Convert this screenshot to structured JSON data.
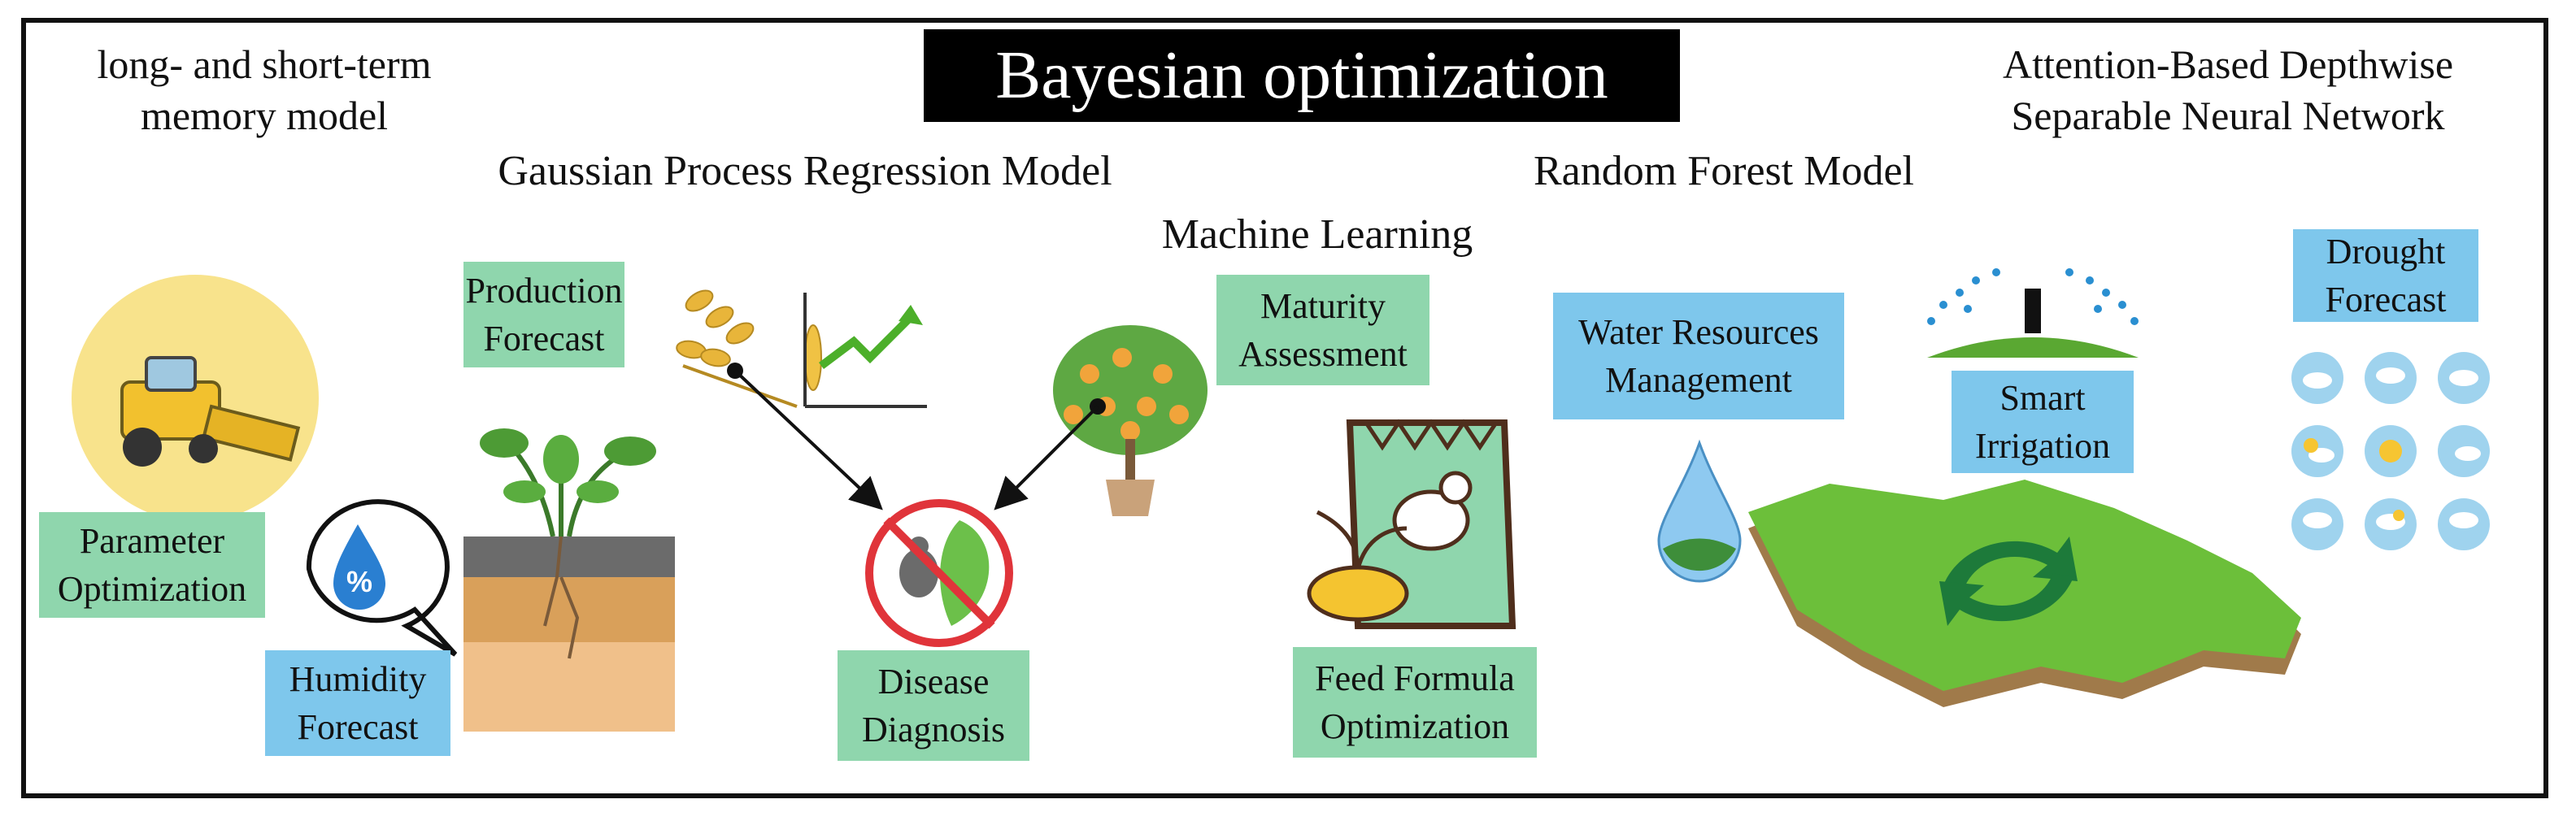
{
  "title": "Bayesian optimization",
  "models": {
    "lstm": [
      "long- and short-term",
      "memory model"
    ],
    "gpr": "Gaussian Process Regression Model",
    "ml": "Machine Learning",
    "rf": "Random Forest Model",
    "adsnn": [
      "Attention-Based Depthwise",
      "Separable Neural Network"
    ]
  },
  "applications": {
    "parameter_optimization": [
      "Parameter",
      "Optimization"
    ],
    "humidity_forecast": [
      "Humidity",
      "Forecast"
    ],
    "production_forecast": [
      "Production",
      "Forecast"
    ],
    "disease_diagnosis": [
      "Disease",
      "Diagnosis"
    ],
    "maturity_assessment": [
      "Maturity",
      "Assessment"
    ],
    "feed_formula_optimization": [
      "Feed Formula",
      "Optimization"
    ],
    "water_resources_management": [
      "Water Resources",
      "Management"
    ],
    "smart_irrigation": [
      "Smart",
      "Irrigation"
    ],
    "drought_forecast": [
      "Drought",
      "Forecast"
    ]
  },
  "badge_symbol": "%",
  "colors": {
    "green_box": "#8fd6ad",
    "blue_box": "#7ec7ec",
    "title_bg": "#000000"
  },
  "icons": [
    "harvester-icon",
    "humidity-droplet-icon",
    "soil-plant-icon",
    "wheat-growth-icon",
    "orange-tree-icon",
    "no-disease-icon",
    "feed-bag-icon",
    "water-drop-icon",
    "sprinkler-icon",
    "land-map-icon",
    "recycle-arrows-icon",
    "weather-icons-grid"
  ]
}
